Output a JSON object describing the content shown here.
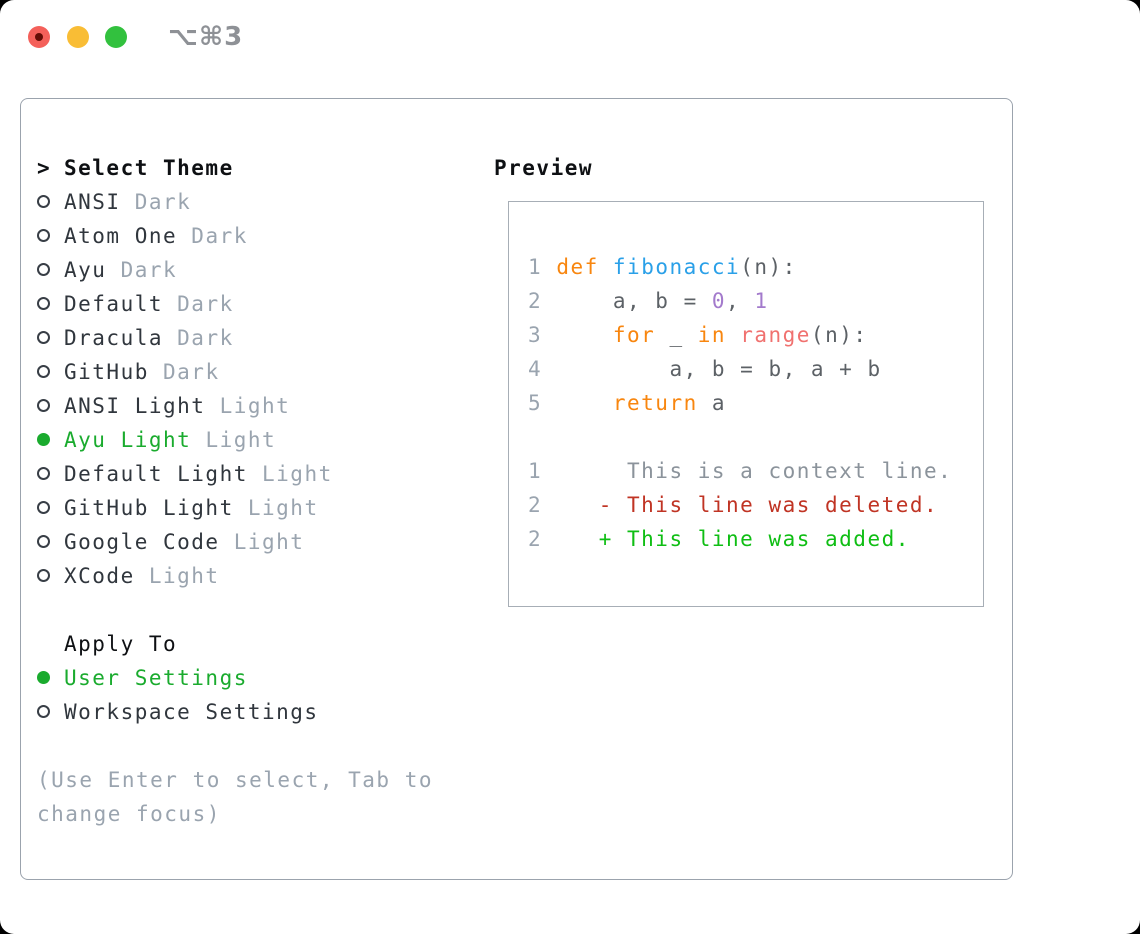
{
  "window": {
    "titlebar_shortcut": "⌥⌘3"
  },
  "colors": {
    "traffic_red": "#f4605a",
    "traffic_yellow": "#f9bd35",
    "traffic_green": "#32c13e",
    "record_dot": "#640d06",
    "titlebar_gray": "#8e9196",
    "panel_border": "#9ba3ad",
    "preview_border": "#a7aeb6",
    "heading_black": "#0e1013",
    "name_dark": "#30363d",
    "ring_dark": "#383e46",
    "muted_gray": "#9aa4af",
    "selected_green": "#1aab2e",
    "line_number": "#9aa4af",
    "code_text": "#5c6166",
    "keyword_orange": "#f8860f",
    "function_blue": "#2aa0e8",
    "number_purple": "#a37acc",
    "builtin_coral": "#f0716f",
    "context_gray": "#8b939b",
    "deleted_red": "#c03424",
    "added_green": "#0fbe14"
  },
  "theme_panel": {
    "heading_prefix": ">",
    "heading": "Select Theme",
    "themes": [
      {
        "name": "ANSI",
        "variant": "Dark",
        "selected": false
      },
      {
        "name": "Atom One",
        "variant": "Dark",
        "selected": false
      },
      {
        "name": "Ayu",
        "variant": "Dark",
        "selected": false
      },
      {
        "name": "Default",
        "variant": "Dark",
        "selected": false
      },
      {
        "name": "Dracula",
        "variant": "Dark",
        "selected": false
      },
      {
        "name": "GitHub",
        "variant": "Dark",
        "selected": false
      },
      {
        "name": "ANSI Light",
        "variant": "Light",
        "selected": false
      },
      {
        "name": "Ayu Light",
        "variant": "Light",
        "selected": true
      },
      {
        "name": "Default Light",
        "variant": "Light",
        "selected": false
      },
      {
        "name": "GitHub Light",
        "variant": "Light",
        "selected": false
      },
      {
        "name": "Google Code",
        "variant": "Light",
        "selected": false
      },
      {
        "name": "XCode",
        "variant": "Light",
        "selected": false
      }
    ],
    "apply_to": {
      "heading": "Apply To",
      "options": [
        {
          "label": "User Settings",
          "selected": true
        },
        {
          "label": "Workspace Settings",
          "selected": false
        }
      ]
    },
    "hint_lines": [
      "(Use Enter to select, Tab to",
      "change focus)"
    ]
  },
  "preview": {
    "heading": "Preview",
    "code_lines": [
      {
        "kind": "code",
        "num": "1",
        "segments": [
          {
            "t": " ",
            "s": "tx"
          },
          {
            "t": "def",
            "s": "kw"
          },
          {
            "t": " ",
            "s": "tx"
          },
          {
            "t": "fibonacci",
            "s": "fn"
          },
          {
            "t": "(n):",
            "s": "tx"
          }
        ]
      },
      {
        "kind": "code",
        "num": "2",
        "segments": [
          {
            "t": "     a, b = ",
            "s": "tx"
          },
          {
            "t": "0",
            "s": "num"
          },
          {
            "t": ", ",
            "s": "tx"
          },
          {
            "t": "1",
            "s": "num"
          }
        ]
      },
      {
        "kind": "code",
        "num": "3",
        "segments": [
          {
            "t": "     ",
            "s": "tx"
          },
          {
            "t": "for",
            "s": "kw"
          },
          {
            "t": " _ ",
            "s": "tx"
          },
          {
            "t": "in",
            "s": "kw"
          },
          {
            "t": " ",
            "s": "tx"
          },
          {
            "t": "range",
            "s": "rng"
          },
          {
            "t": "(n):",
            "s": "tx"
          }
        ]
      },
      {
        "kind": "code",
        "num": "4",
        "segments": [
          {
            "t": "         a, b = b, a + b",
            "s": "tx"
          }
        ]
      },
      {
        "kind": "code",
        "num": "5",
        "segments": [
          {
            "t": "     ",
            "s": "tx"
          },
          {
            "t": "return",
            "s": "kw"
          },
          {
            "t": " a",
            "s": "tx"
          }
        ]
      },
      {
        "kind": "blank",
        "num": "",
        "segments": []
      },
      {
        "kind": "context",
        "num": "1",
        "segments": [
          {
            "t": "      This is a context line.",
            "s": "ctx"
          }
        ]
      },
      {
        "kind": "deleted",
        "num": "2",
        "segments": [
          {
            "t": "    ",
            "s": "tx"
          },
          {
            "t": "- This line was deleted.",
            "s": "del"
          }
        ]
      },
      {
        "kind": "added",
        "num": "2",
        "segments": [
          {
            "t": "    ",
            "s": "tx"
          },
          {
            "t": "+ This line was added.",
            "s": "add"
          }
        ]
      }
    ]
  }
}
